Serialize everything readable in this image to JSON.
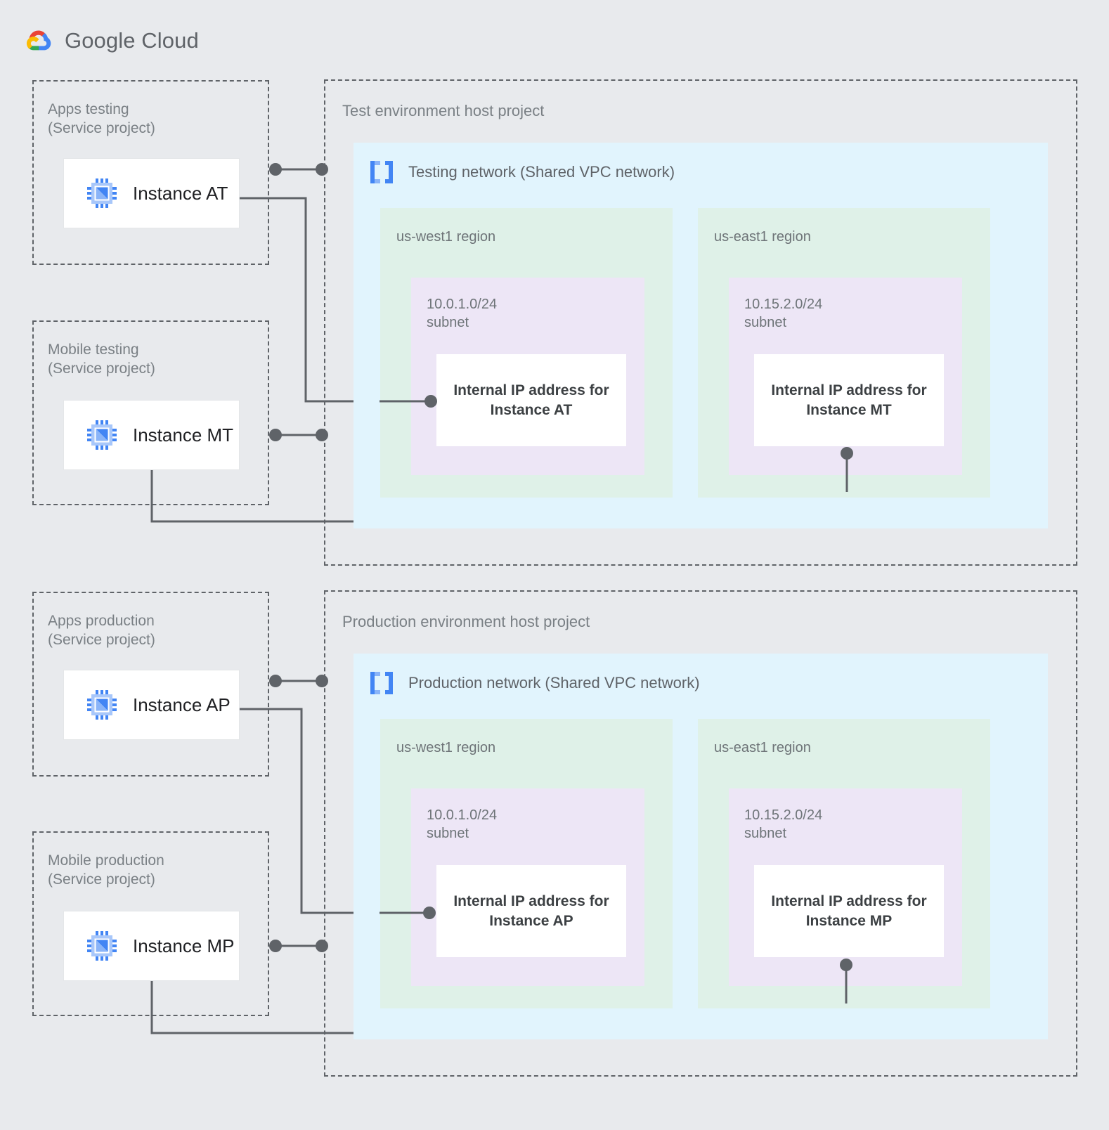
{
  "brand": {
    "name_part1": "Google",
    "name_part2": "Cloud",
    "logo_icon": "google-cloud-logo",
    "colors": {
      "red": "#EA4335",
      "yellow": "#FBBC04",
      "green": "#34A853",
      "blue": "#4285F4",
      "wordmark": "#5F6368"
    }
  },
  "palette": {
    "page_background": "#E8EAED",
    "vpc_background": "#E1F4FD",
    "region_background": "#DFF1E8",
    "subnet_background": "#EDE6F6",
    "ip_box_background": "#FFFFFF",
    "dashed_border": "#5F6368",
    "connector": "#5F6368",
    "instance_icon_blue": "#4285F4",
    "label_gray": "#7A8085"
  },
  "service_projects": [
    {
      "id": "apps-testing",
      "title": "Apps testing\n(Service project)",
      "instance": {
        "label": "Instance AT",
        "icon": "compute-instance-icon"
      }
    },
    {
      "id": "mobile-testing",
      "title": "Mobile testing\n(Service project)",
      "instance": {
        "label": "Instance MT",
        "icon": "compute-instance-icon"
      }
    },
    {
      "id": "apps-production",
      "title": "Apps production\n(Service project)",
      "instance": {
        "label": "Instance AP",
        "icon": "compute-instance-icon"
      }
    },
    {
      "id": "mobile-production",
      "title": "Mobile production\n(Service project)",
      "instance": {
        "label": "Instance MP",
        "icon": "compute-instance-icon"
      }
    }
  ],
  "host_projects": [
    {
      "id": "test-environment",
      "title": "Test environment host project",
      "network": {
        "label": "Testing network (Shared VPC network)",
        "icon": "vpc-network-icon"
      },
      "regions": [
        {
          "id": "test-us-west1",
          "label": "us-west1 region",
          "subnet": {
            "label": "10.0.1.0/24\nsubnet",
            "cidr": "10.0.1.0/24",
            "ip_box": "Internal IP address for\nInstance AT"
          }
        },
        {
          "id": "test-us-east1",
          "label": "us-east1 region",
          "subnet": {
            "label": "10.15.2.0/24\nsubnet",
            "cidr": "10.15.2.0/24",
            "ip_box": "Internal IP address for\nInstance MT"
          }
        }
      ]
    },
    {
      "id": "production-environment",
      "title": "Production environment host project",
      "network": {
        "label": "Production network (Shared VPC network)",
        "icon": "vpc-network-icon"
      },
      "regions": [
        {
          "id": "prod-us-west1",
          "label": "us-west1 region",
          "subnet": {
            "label": "10.0.1.0/24\nsubnet",
            "cidr": "10.0.1.0/24",
            "ip_box": "Internal IP address for\nInstance AP"
          }
        },
        {
          "id": "prod-us-east1",
          "label": "us-east1 region",
          "subnet": {
            "label": "10.15.2.0/24\nsubnet",
            "cidr": "10.15.2.0/24",
            "ip_box": "Internal IP address for\nInstance MP"
          }
        }
      ]
    }
  ],
  "connections": [
    {
      "id": "at-attach",
      "from": "apps-testing",
      "to": "test-environment",
      "type": "attachment"
    },
    {
      "id": "at-ip",
      "from": "Instance AT",
      "to": "Internal IP address for Instance AT",
      "type": "ip-link"
    },
    {
      "id": "mt-attach",
      "from": "mobile-testing",
      "to": "test-environment",
      "type": "attachment"
    },
    {
      "id": "mt-ip",
      "from": "Instance MT",
      "to": "Internal IP address for Instance MT",
      "type": "ip-link"
    },
    {
      "id": "ap-attach",
      "from": "apps-production",
      "to": "production-environment",
      "type": "attachment"
    },
    {
      "id": "ap-ip",
      "from": "Instance AP",
      "to": "Internal IP address for Instance AP",
      "type": "ip-link"
    },
    {
      "id": "mp-attach",
      "from": "mobile-production",
      "to": "production-environment",
      "type": "attachment"
    },
    {
      "id": "mp-ip",
      "from": "Instance MP",
      "to": "Internal IP address for Instance MP",
      "type": "ip-link"
    }
  ]
}
